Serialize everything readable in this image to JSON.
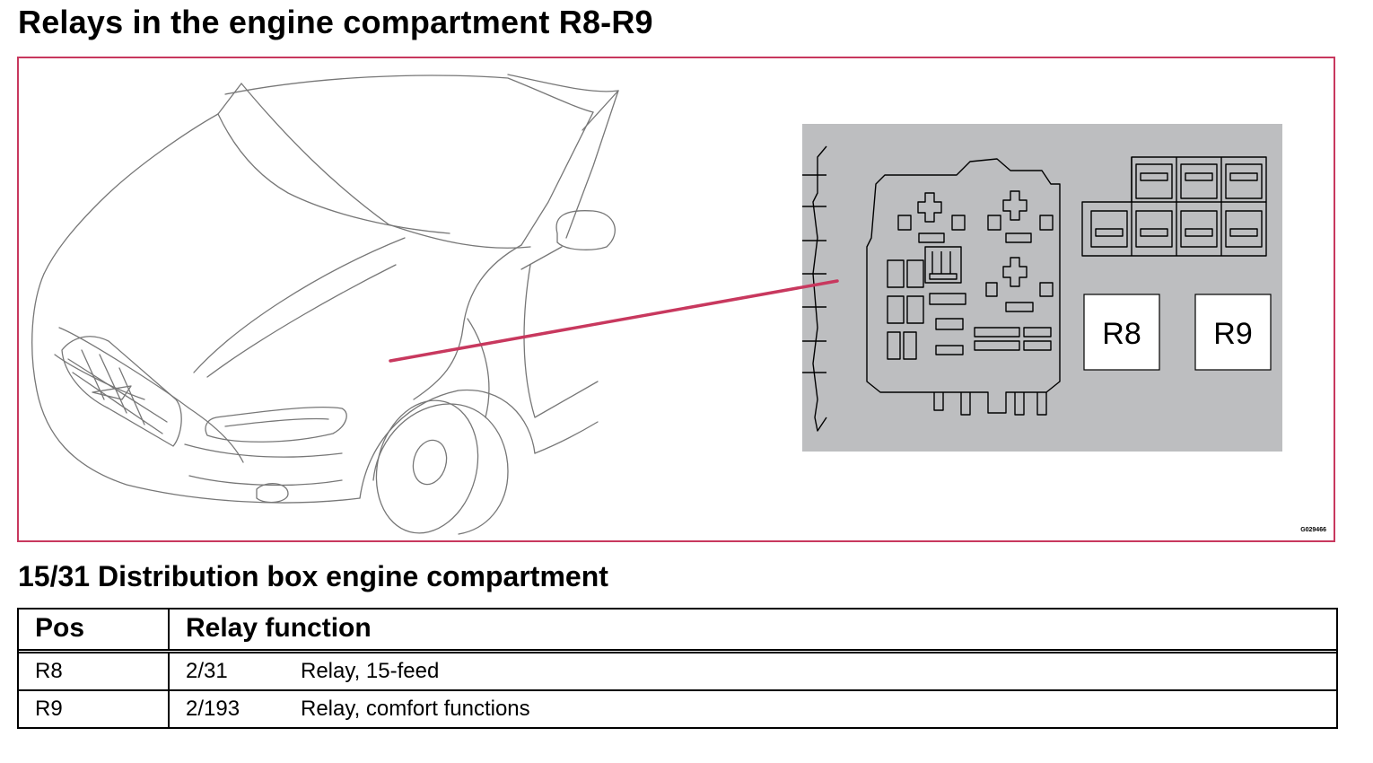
{
  "page": {
    "title": "Relays in the engine compartment R8-R9",
    "figure_code": "G029466",
    "accent_color": "#c8385e",
    "diagram_bg_color": "#bdbec0"
  },
  "diagram": {
    "relay_labels": [
      "R8",
      "R9"
    ]
  },
  "section": {
    "title": "15/31 Distribution box engine compartment"
  },
  "table": {
    "headers": {
      "pos": "Pos",
      "function": "Relay function"
    },
    "rows": [
      {
        "pos": "R8",
        "code": "2/31",
        "description": "Relay, 15-feed"
      },
      {
        "pos": "R9",
        "code": "2/193",
        "description": "Relay, comfort functions"
      }
    ]
  }
}
